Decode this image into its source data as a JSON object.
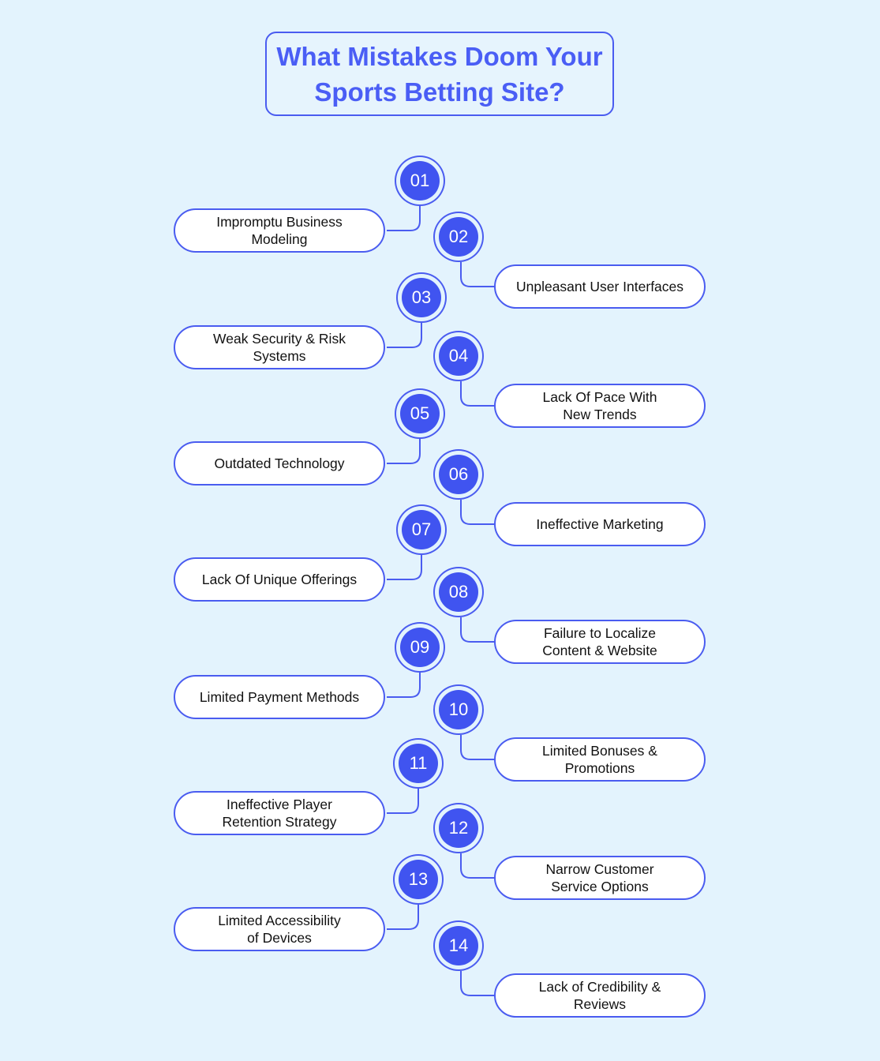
{
  "title": {
    "line1": "What Mistakes Doom Your",
    "line2": "Sports Betting Site?"
  },
  "colors": {
    "background": "#e3f3fd",
    "accent": "#4a5cf0",
    "circle": "#4054f0",
    "title": "#4a5ef5"
  },
  "items": [
    {
      "number": "01",
      "label": "Impromptu Business\nModeling"
    },
    {
      "number": "02",
      "label": "Unpleasant User Interfaces"
    },
    {
      "number": "03",
      "label": "Weak Security & Risk\nSystems"
    },
    {
      "number": "04",
      "label": "Lack Of Pace With\nNew Trends"
    },
    {
      "number": "05",
      "label": "Outdated Technology"
    },
    {
      "number": "06",
      "label": "Ineffective Marketing"
    },
    {
      "number": "07",
      "label": "Lack Of Unique Offerings"
    },
    {
      "number": "08",
      "label": "Failure to Localize\nContent & Website"
    },
    {
      "number": "09",
      "label": "Limited Payment Methods"
    },
    {
      "number": "10",
      "label": "Limited Bonuses &\nPromotions"
    },
    {
      "number": "11",
      "label": "Ineffective Player\nRetention Strategy"
    },
    {
      "number": "12",
      "label": "Narrow Customer\nService Options"
    },
    {
      "number": "13",
      "label": "Limited Accessibility\nof Devices"
    },
    {
      "number": "14",
      "label": "Lack of Credibility &\nReviews"
    }
  ]
}
